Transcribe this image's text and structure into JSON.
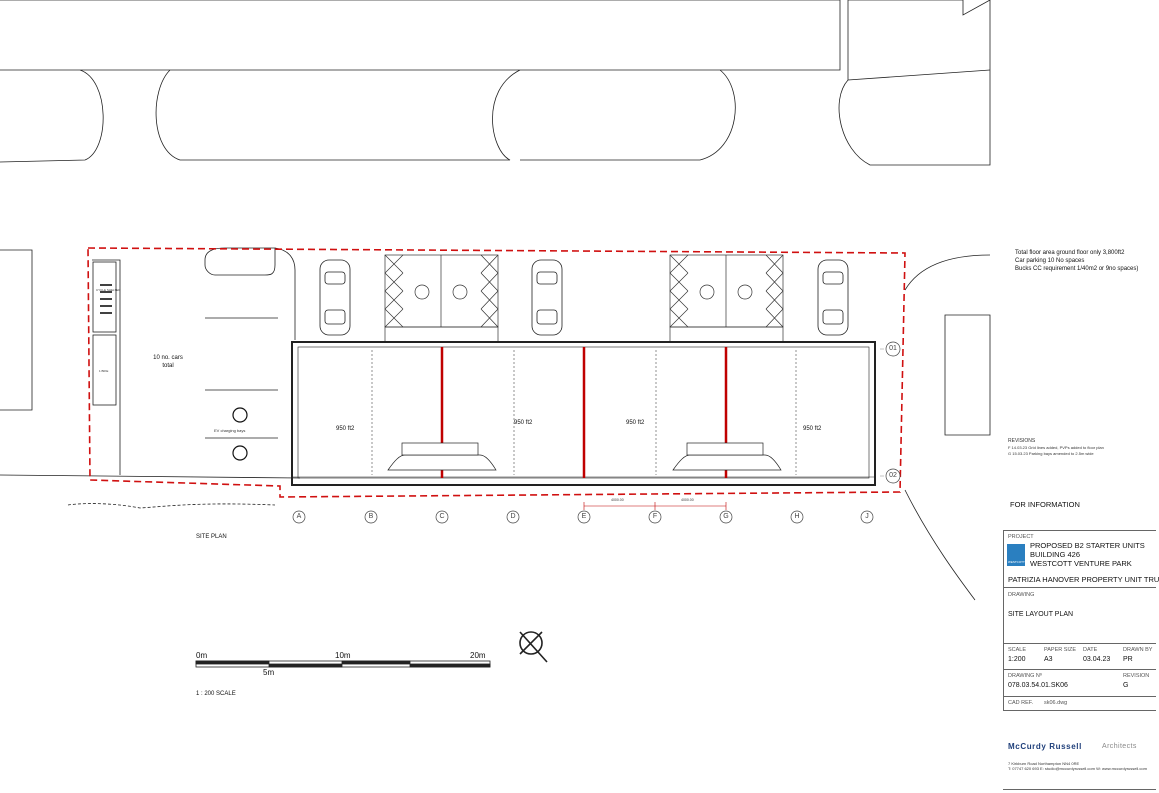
{
  "notes": {
    "line1": "Total floor area ground floor only 3,800ft2",
    "line2": "Car parking 10 No spaces",
    "line3": "Bucks CC requirement 1/40m2 or 9no spaces)"
  },
  "revisions": {
    "heading": "REVISIONS",
    "rev_f": "F  14.03.23   Grid lines added, PVPs added to floor plan",
    "rev_g": "G  15.03.23   Parking bays amended to 2.5m wide"
  },
  "status": "FOR INFORMATION",
  "site_plan_label": "SITE PLAN",
  "scale_text": "1 : 200 SCALE",
  "scale_bar": {
    "label_0": "0m",
    "label_5": "5m",
    "label_10": "10m",
    "label_20": "20m"
  },
  "parking_note": "10 no. cars total",
  "cycle_label": "CYCLE SHELTER",
  "cycle_sub": "1 BIKE",
  "ev_label": "EV charging bays",
  "units": [
    {
      "area": "950 ft2"
    },
    {
      "area": "950 ft2"
    },
    {
      "area": "950 ft2"
    },
    {
      "area": "950 ft2"
    }
  ],
  "grid_columns": [
    "A",
    "B",
    "C",
    "D",
    "E",
    "F",
    "G",
    "H",
    "J"
  ],
  "grid_rows": [
    "01",
    "02"
  ],
  "dims": {
    "ef": "4000.00",
    "fg": "4000.00"
  },
  "title_block": {
    "project_label": "PROJECT",
    "project_line1": "PROPOSED B2 STARTER UNITS",
    "project_line2": "BUILDING 426",
    "project_line3": "WESTCOTT VENTURE PARK",
    "client": "PATRIZIA HANOVER PROPERTY UNIT TRUST",
    "drawing_label": "DRAWING",
    "drawing_title": "SITE LAYOUT PLAN",
    "scale_label": "SCALE",
    "scale_value": "1:200",
    "paper_label": "PAPER SIZE",
    "paper_value": "A3",
    "date_label": "DATE",
    "date_value": "03.04.23",
    "drawn_label": "DRAWN BY",
    "drawn_value": "PR",
    "number_label": "DRAWING Nº",
    "number_value": "078.03.54.01.SK06",
    "revision_label": "REVISION",
    "revision_value": "G",
    "cad_label": "CAD REF.",
    "cad_value": "sk06.dwg",
    "logo_text": "WESTCOTT"
  },
  "architect": {
    "name_a": "McCurdy Russell",
    "name_b": "Architects",
    "address": "7 Kirkburn Road Northampton NN4 0RE",
    "contact": "T: 07747 620 693   E: studio@mccurdyrussell.com   W: www.mccurdyrussell.com"
  }
}
